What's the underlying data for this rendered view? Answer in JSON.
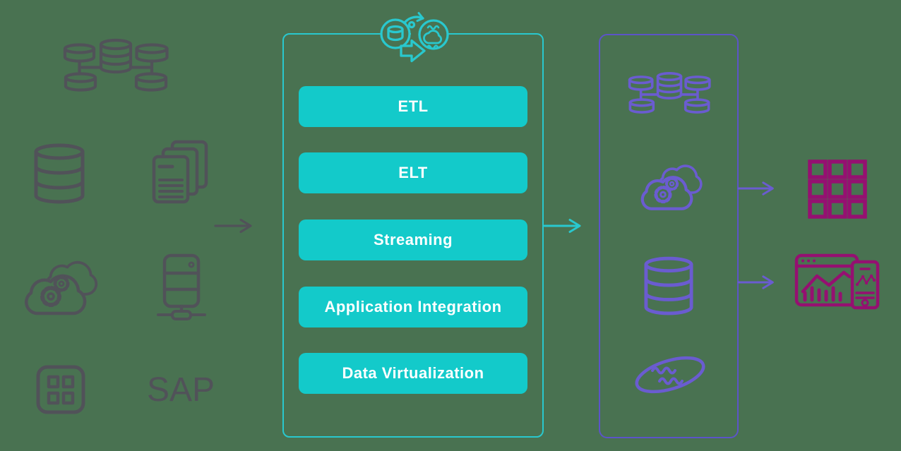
{
  "colors": {
    "bg": "#497251",
    "gray": "#515259",
    "teal": "#13CACA",
    "tealBorder": "#29C8CE",
    "purple": "#6A5CD0",
    "purpleBorder": "#5C54C8",
    "magenta": "#951071",
    "white": "#FFFFFF"
  },
  "sources": {
    "sap_label": "SAP",
    "icons": [
      "distributed-database",
      "database",
      "documents",
      "cloud-processing",
      "mainframe-server",
      "business-applications"
    ]
  },
  "integration": {
    "header_icon": "data-transfer",
    "methods": [
      "ETL",
      "ELT",
      "Streaming",
      "Application Integration",
      "Data Virtualization"
    ]
  },
  "destinations": {
    "icons": [
      "distributed-database",
      "cloud-processing",
      "database",
      "data-lake"
    ]
  },
  "consumers": {
    "icons": [
      "application-grid",
      "analytics-dashboard"
    ]
  }
}
